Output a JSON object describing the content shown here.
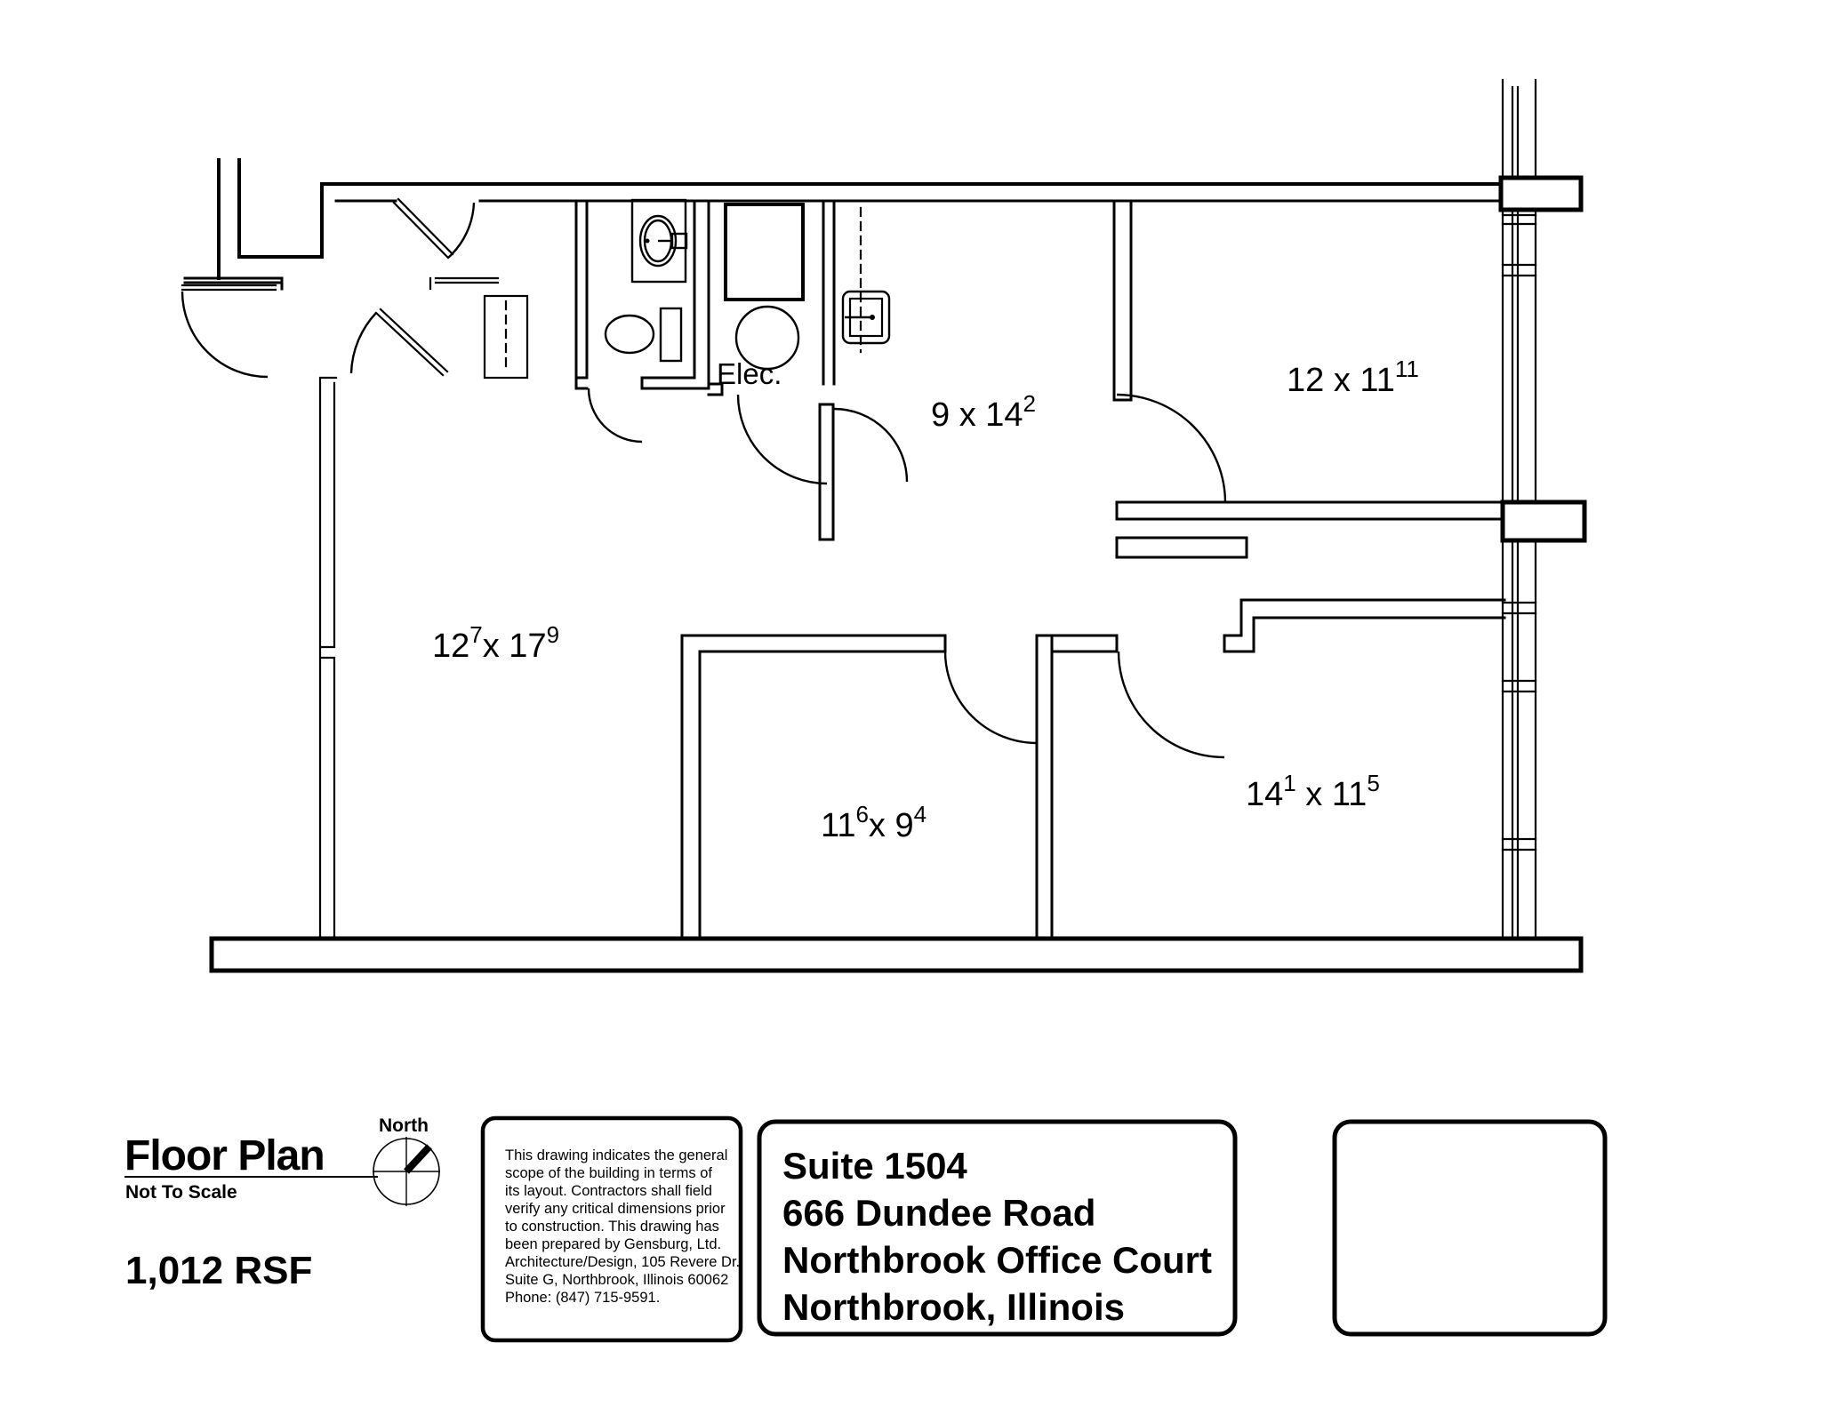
{
  "page": {
    "background": "#ffffff",
    "line_color": "#000000"
  },
  "plan": {
    "rooms": [
      {
        "name": "office-top-right",
        "label": [
          {
            "t": "12 x 11"
          },
          {
            "t": "11",
            "sup": true
          }
        ]
      },
      {
        "name": "office-center",
        "label": [
          {
            "t": "9 x 14"
          },
          {
            "t": "2",
            "sup": true
          }
        ]
      },
      {
        "name": "office-large-left",
        "label": [
          {
            "t": "12"
          },
          {
            "t": "7",
            "sup": true
          },
          {
            "t": "x 17"
          },
          {
            "t": "9",
            "sup": true
          }
        ]
      },
      {
        "name": "office-bottom-mid",
        "label": [
          {
            "t": "11"
          },
          {
            "t": "6",
            "sup": true
          },
          {
            "t": "x 9"
          },
          {
            "t": "4",
            "sup": true
          }
        ]
      },
      {
        "name": "office-bottom-right",
        "label": [
          {
            "t": "14"
          },
          {
            "t": "1",
            "sup": true
          },
          {
            "t": " x 11"
          },
          {
            "t": "5",
            "sup": true
          }
        ]
      }
    ],
    "utility_label": "Elec."
  },
  "title_block": {
    "title": "Floor Plan",
    "scale_note": "Not To Scale",
    "area": "1,012 RSF",
    "north_label": "North",
    "disclaimer_lines": [
      "This drawing indicates the general",
      "scope of the building in terms of",
      "its layout.  Contractors shall field",
      "verify any critical dimensions prior",
      "to construction.  This drawing has",
      "been prepared by Gensburg, Ltd.",
      "Architecture/Design, 105 Revere Dr.",
      "Suite G, Northbrook, Illinois 60062",
      "Phone: (847) 715-9591."
    ],
    "address_lines": [
      "Suite 1504",
      "666 Dundee Road",
      "Northbrook Office Court",
      "Northbrook, Illinois"
    ]
  }
}
